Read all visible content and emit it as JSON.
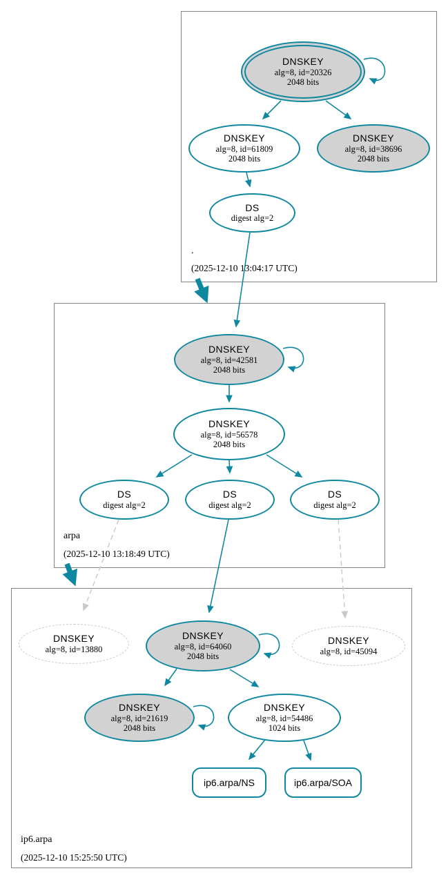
{
  "colors": {
    "accent_teal": "#0e87a0",
    "node_fill_gray": "#d2d2d2",
    "insecure_dashed_gray": "#c9c9c9",
    "zone_box_border": "#848484"
  },
  "zones": {
    "root": {
      "name": ".",
      "timestamp": "(2025-12-10 13:04:17 UTC)"
    },
    "arpa": {
      "name": "arpa",
      "timestamp": "(2025-12-10 13:18:49 UTC)"
    },
    "ip6": {
      "name": "ip6.arpa",
      "timestamp": "(2025-12-10 15:25:50 UTC)"
    }
  },
  "nodes": {
    "root_ksk": {
      "title": "DNSKEY",
      "detail1": "alg=8, id=20326",
      "detail2": "2048 bits"
    },
    "root_zsk": {
      "title": "DNSKEY",
      "detail1": "alg=8, id=61809",
      "detail2": "2048 bits"
    },
    "root_pub": {
      "title": "DNSKEY",
      "detail1": "alg=8, id=38696",
      "detail2": "2048 bits"
    },
    "root_ds": {
      "title": "DS",
      "detail1": "digest alg=2"
    },
    "arpa_ksk": {
      "title": "DNSKEY",
      "detail1": "alg=8, id=42581",
      "detail2": "2048 bits"
    },
    "arpa_zsk": {
      "title": "DNSKEY",
      "detail1": "alg=8, id=56578",
      "detail2": "2048 bits"
    },
    "arpa_ds_left": {
      "title": "DS",
      "detail1": "digest alg=2"
    },
    "arpa_ds_mid": {
      "title": "DS",
      "detail1": "digest alg=2"
    },
    "arpa_ds_right": {
      "title": "DS",
      "detail1": "digest alg=2"
    },
    "ip6_key_13880": {
      "title": "DNSKEY",
      "detail1": "alg=8, id=13880"
    },
    "ip6_ksk": {
      "title": "DNSKEY",
      "detail1": "alg=8, id=64060",
      "detail2": "2048 bits"
    },
    "ip6_key_45094": {
      "title": "DNSKEY",
      "detail1": "alg=8, id=45094"
    },
    "ip6_key_21619": {
      "title": "DNSKEY",
      "detail1": "alg=8, id=21619",
      "detail2": "2048 bits"
    },
    "ip6_zsk": {
      "title": "DNSKEY",
      "detail1": "alg=8, id=54486",
      "detail2": "1024 bits"
    },
    "ip6_ns": {
      "label": "ip6.arpa/NS"
    },
    "ip6_soa": {
      "label": "ip6.arpa/SOA"
    }
  }
}
